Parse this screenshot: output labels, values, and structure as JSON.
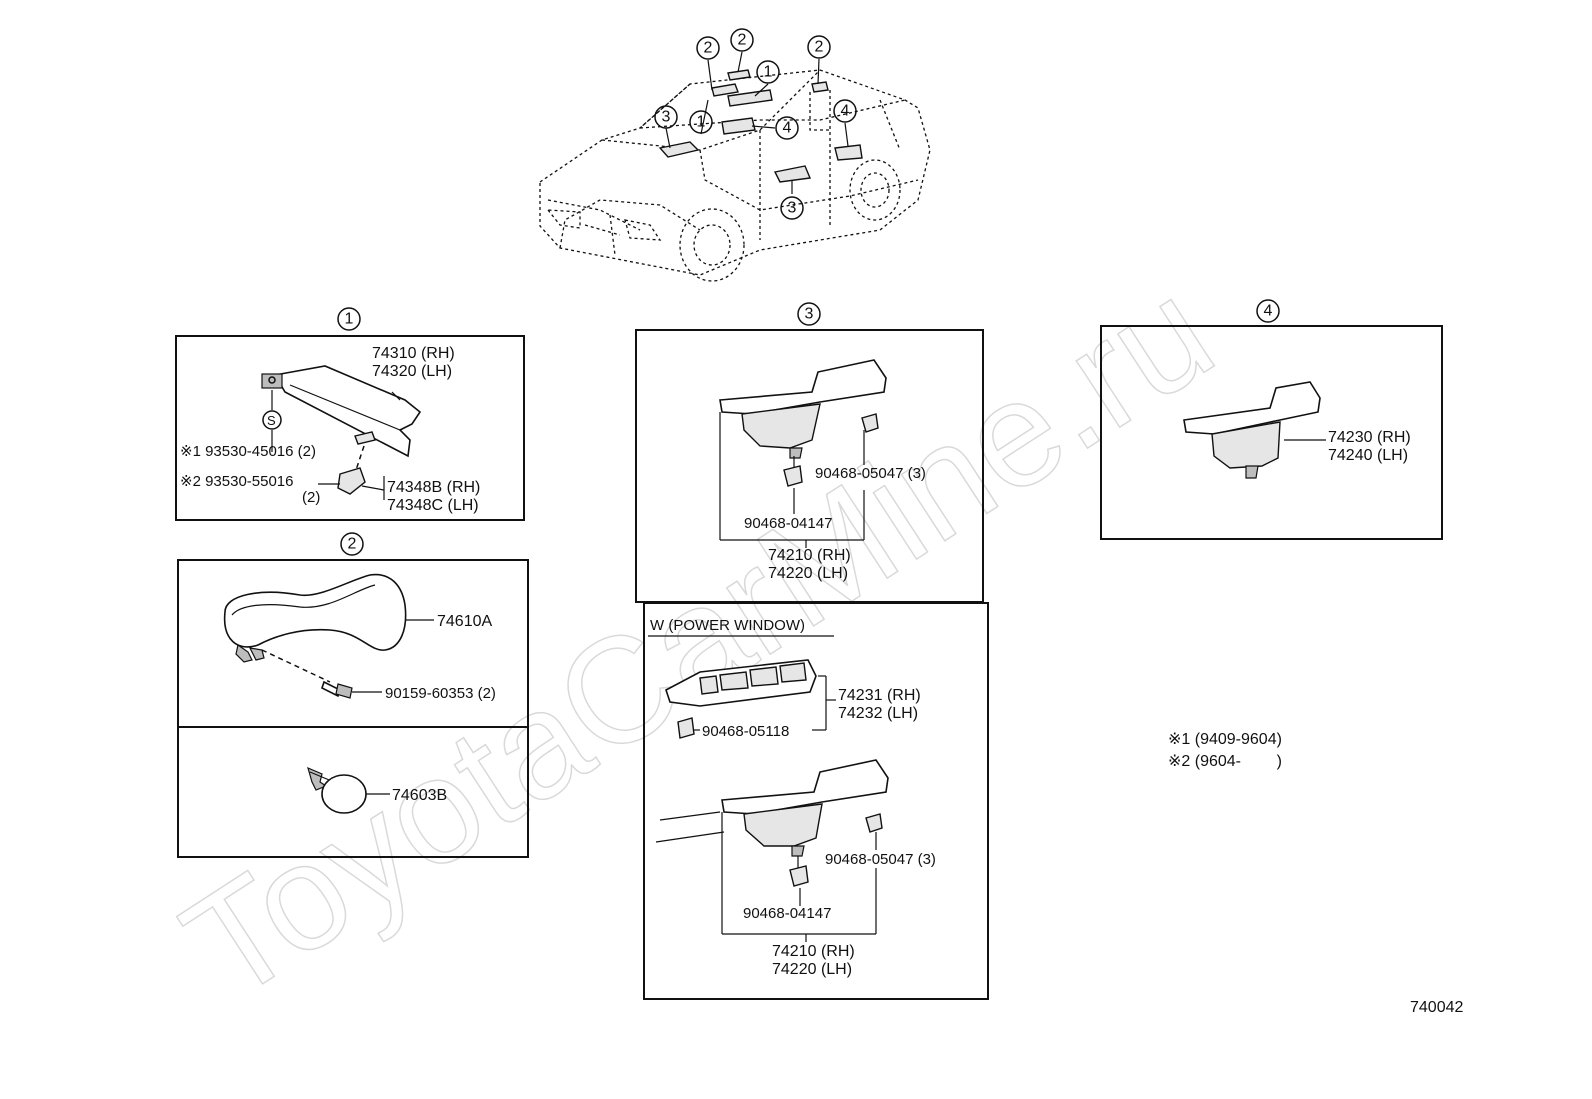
{
  "watermark": "ToyotaCarMine.ru",
  "figure_code": "740042",
  "callouts": {
    "c1": "1",
    "c2": "2",
    "c3": "3",
    "c4": "4"
  },
  "sections": {
    "sun_visor": {
      "callout": "1",
      "visor_rh": "74310 (RH)",
      "visor_lh": "74320 (LH)",
      "screw_symbol": "S",
      "screw1": "※1 93530-45016 (2)",
      "screw2": "※2 93530-55016",
      "screw2_qty": "(2)",
      "holder_rh": "74348B (RH)",
      "holder_lh": "74348C (LH)"
    },
    "assist_grip": {
      "callout": "2",
      "grip": "74610A",
      "screw": "90159-60353 (2)",
      "plug": "74603B"
    },
    "front_armrest": {
      "callout": "3",
      "clip_a": "90468-05047 (3)",
      "clip_b": "90468-04147",
      "armrest_rh": "74210 (RH)",
      "armrest_lh": "74220 (LH)"
    },
    "power_window": {
      "title": "W (POWER WINDOW)",
      "panel_rh": "74231 (RH)",
      "panel_lh": "74232 (LH)",
      "panel_clip": "90468-05118",
      "clip_a": "90468-05047 (3)",
      "clip_b": "90468-04147",
      "armrest_rh": "74210 (RH)",
      "armrest_lh": "74220 (LH)"
    },
    "rear_armrest": {
      "callout": "4",
      "armrest_rh": "74230 (RH)",
      "armrest_lh": "74240 (LH)"
    }
  },
  "notes": {
    "note1": "※1 (9409-9604)",
    "note2": "※2 (9604-        )"
  }
}
